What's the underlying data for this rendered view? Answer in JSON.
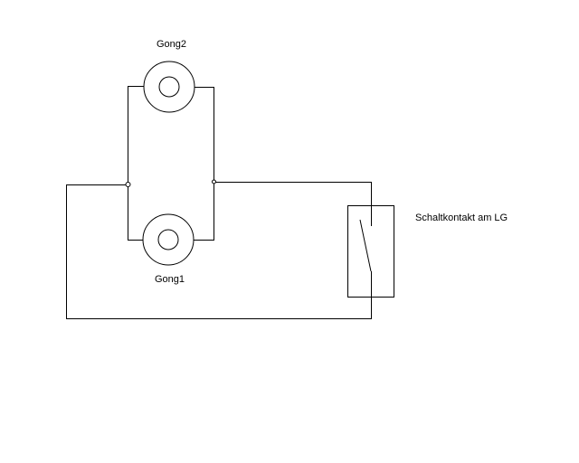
{
  "labels": {
    "gong2": "Gong2",
    "gong1": "Gong1",
    "switch": "Schaltkontakt am LG"
  },
  "colors": {
    "line": "#000000",
    "background": "#ffffff"
  }
}
